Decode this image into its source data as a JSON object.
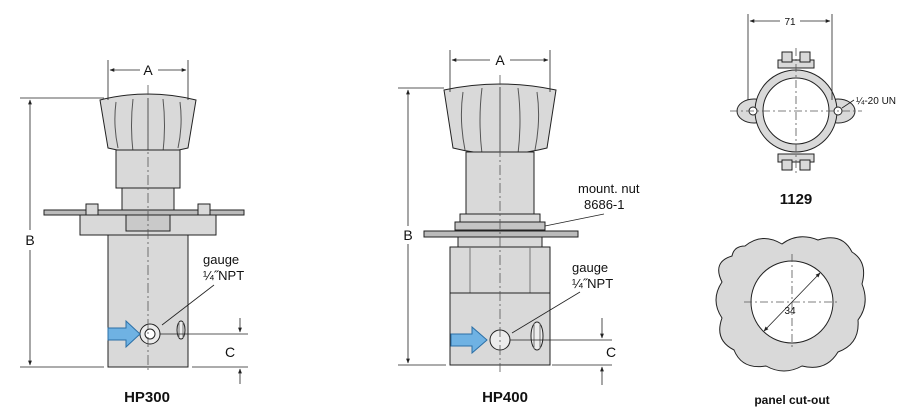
{
  "hp300": {
    "title": "HP300",
    "dim_a": "A",
    "dim_b": "B",
    "dim_c": "C",
    "port_label": "gauge",
    "port_size": "¼˝NPT"
  },
  "hp400": {
    "title": "HP400",
    "dim_a": "A",
    "dim_b": "B",
    "dim_c": "C",
    "port_label": "gauge",
    "port_size": "¼˝NPT",
    "nut_label": "mount. nut",
    "nut_part": "8686-1"
  },
  "bracket": {
    "title": "1129",
    "width_value": "71",
    "thread_label": "¼-20 UN"
  },
  "cutout": {
    "title": "panel cut-out",
    "diameter_value": "34"
  },
  "colors": {
    "body_fill": "#d9d9d9",
    "stroke": "#222222",
    "arrow_fill": "#6fb2e3",
    "arrow_stroke": "#2b6fa6"
  }
}
